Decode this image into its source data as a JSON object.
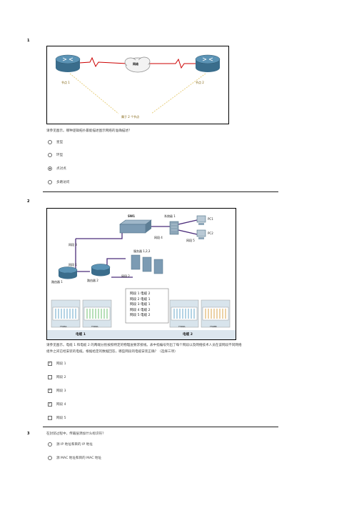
{
  "questions": [
    {
      "number": "1",
      "figure_labels": {
        "cloud": "网络",
        "node1": "节点 1",
        "node2": "节点 2",
        "caption": "属于 2 个节点"
      },
      "text": "请参见图示。哪种逻辑拓扑最能描述图示网络的准确描述？",
      "options": [
        {
          "label": "星型",
          "checked": false
        },
        {
          "label": "环型",
          "checked": false
        },
        {
          "label": "点对点",
          "checked": true
        },
        {
          "label": "多路访问",
          "checked": false
        }
      ]
    },
    {
      "number": "2",
      "figure_labels": {
        "sw1": "SW1",
        "server_seg1": "系统级 1",
        "pc1": "PC1",
        "pc2": "PC2",
        "seg4": "网段 4",
        "seg3": "网段 3",
        "seg1": "网段 1",
        "seg5": "网段 5",
        "servers": "服务器 1,2,3",
        "router1": "路由器 1",
        "router2": "路由器 2",
        "seg2": "网段 2",
        "cable1": "电缆 1",
        "cable2": "电缆 2",
        "legend": [
          "网段 1 电缆 2",
          "网段 2 电缆 1",
          "网段 3 电缆 1",
          "网段 4 电缆 2",
          "网段 5 电缆 2"
        ],
        "t568a": "T568A",
        "t568b": "T568B"
      },
      "text_line1": "请参见图示。电缆 1 和电缆 2 的两端分别按照特定的物理层要求接线。表中指编号列出了每个网段以及网络技术人员在该网段不同网络",
      "text_line2": "组件之间已经安装的电缆。根据给定的数据回答，哪些网段的电缆安装正确？（选择三项）",
      "options": [
        {
          "label": "网段 1",
          "checked": true
        },
        {
          "label": "网段 2",
          "checked": false
        },
        {
          "label": "网段 3",
          "checked": true
        },
        {
          "label": "网段 4",
          "checked": true
        },
        {
          "label": "网段 5",
          "checked": false
        }
      ]
    },
    {
      "number": "3",
      "text": "在封装过程中，传输层添加什么标识符？",
      "options": [
        {
          "label": "源 IP 地址和目的 IP 地址",
          "checked": false
        },
        {
          "label": "源 MAC 地址和目的 MAC 地址",
          "checked": false
        }
      ]
    }
  ],
  "colors": {
    "link_red": "#cc0000",
    "link_yellow": "#e8d080",
    "cable_purple": "#4b2c7a",
    "router_blue": "#3a6d8c"
  }
}
